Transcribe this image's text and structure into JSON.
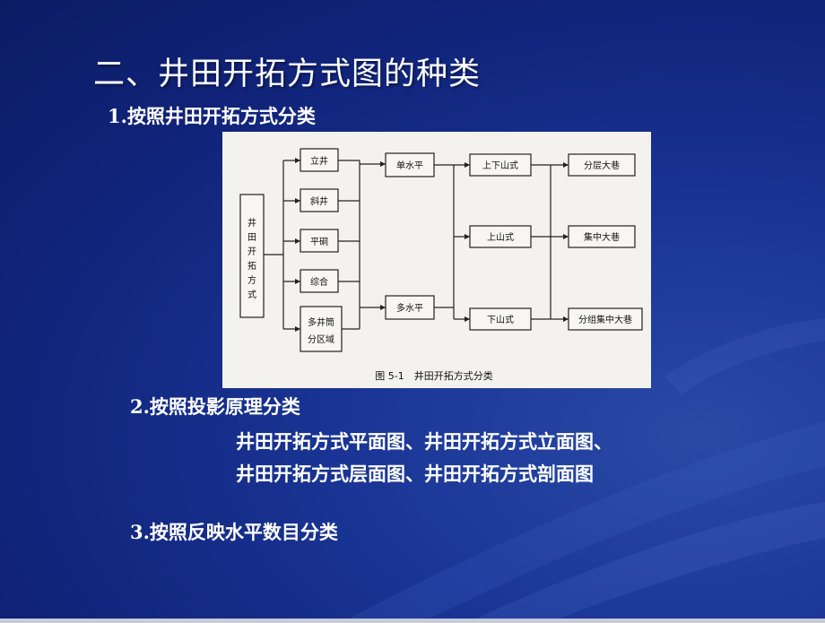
{
  "slide": {
    "title": "二、井田开拓方式图的种类",
    "section1": "1.按照井田开拓方式分类",
    "section2": "2.按照投影原理分类",
    "section2_line1": "井田开拓方式平面图、井田开拓方式立面图、",
    "section2_line2": "井田开拓方式层面图、井田开拓方式剖面图",
    "section3": "3.按照反映水平数目分类"
  },
  "diagram": {
    "root": "井田开拓方式",
    "shafts": [
      "立井",
      "斜井",
      "平硐",
      "综合",
      "多井筒分区域"
    ],
    "levels": [
      "单水平",
      "多水平"
    ],
    "mining": [
      "上下山式",
      "上山式",
      "下山式"
    ],
    "roadways": [
      "分层大巷",
      "集中大巷",
      "分组集中大巷"
    ],
    "caption": "图 5-1　井田开拓方式分类"
  }
}
